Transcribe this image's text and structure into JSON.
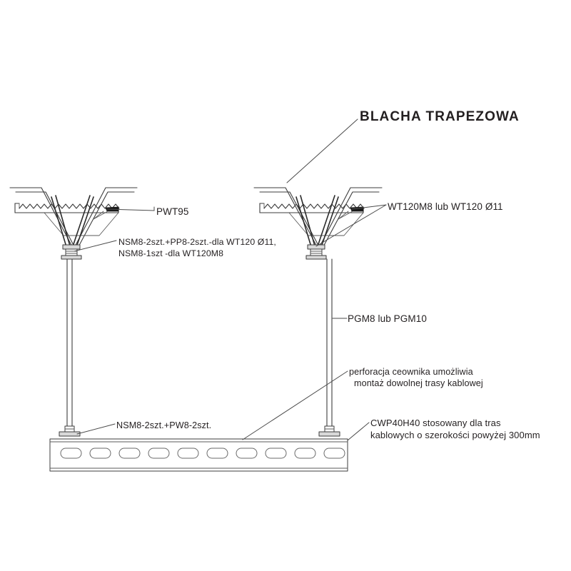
{
  "drawing": {
    "title": "BLACHA TRAPEZOWA",
    "language": "pl",
    "background_color": "#ffffff",
    "line_color": "#3c3c3c",
    "text_color": "#231f20"
  },
  "labels": {
    "title": "BLACHA TRAPEZOWA",
    "pwt95": "PWT95",
    "nsm_pp_line1": "NSM8-2szt.+PP8-2szt.-dla WT120 Ø11,",
    "nsm_pp_line2": "NSM8-1szt -dla WT120M8",
    "wt120": "WT120M8 lub WT120 Ø11",
    "pgm": "PGM8 lub PGM10",
    "perforacja_line1": "perforacja ceownika umożliwia",
    "perforacja_line2": "montaż dowolnej trasy kablowej",
    "nsm_pw": "NSM8-2szt.+PW8-2szt.",
    "cwp_line1": "CWP40H40 stosowany dla tras",
    "cwp_line2": "kablowych o szerokości powyżej 300mm"
  },
  "components": {
    "trapezoidal_sheet": "blacha-trapezowa",
    "clamp_bar_left": "PWT95",
    "threaded_hanger": "WT120M8 / WT120 Ø11",
    "rod": "PGM8 / PGM10",
    "channel": "CWP40H40",
    "channel_slot_count": 10,
    "nut_set_top": "NSM8 + PP8",
    "nut_set_bottom": "NSM8 + PW8"
  }
}
